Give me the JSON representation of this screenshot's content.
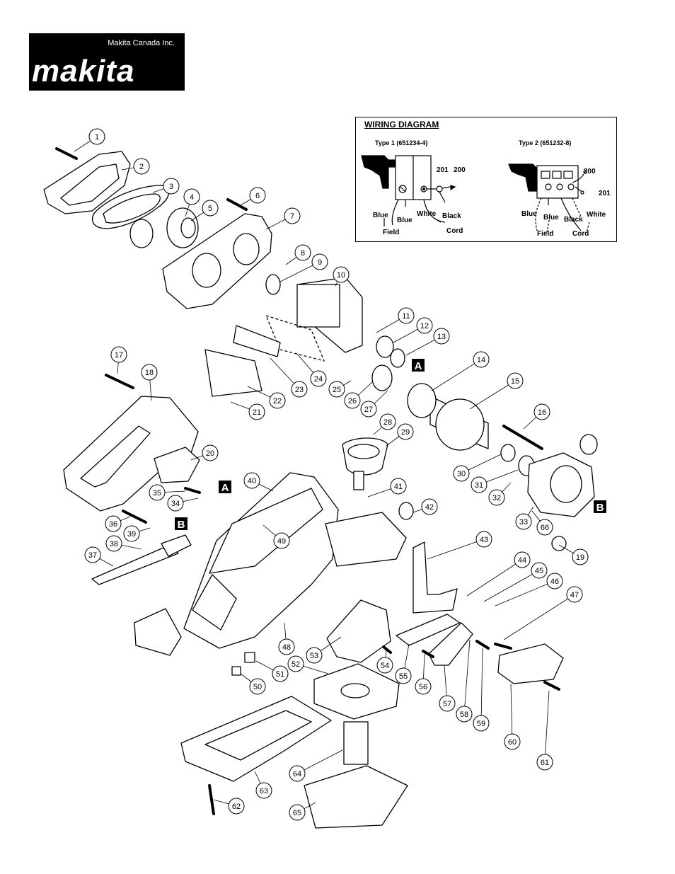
{
  "brand": {
    "company": "Makita Canada Inc.",
    "wordmark": "makita"
  },
  "wiring": {
    "title": "WIRING DIAGRAM",
    "type1": "Type 1 (651234-4)",
    "type2": "Type 2 (651232-8)",
    "t1_labels": {
      "n201": "201",
      "n200": "200",
      "white": "White",
      "blue_a": "Blue",
      "blue_b": "Blue",
      "black": "Black",
      "field": "Field",
      "cord": "Cord"
    },
    "t2_labels": {
      "n200": "200",
      "n201": "201",
      "blue_a": "Blue",
      "blue_b": "Blue",
      "black": "Black",
      "white": "White",
      "field": "Field",
      "cord": "Cord"
    }
  },
  "parts": [
    {
      "n": "1"
    },
    {
      "n": "2"
    },
    {
      "n": "3"
    },
    {
      "n": "4"
    },
    {
      "n": "5"
    },
    {
      "n": "6"
    },
    {
      "n": "7"
    },
    {
      "n": "8"
    },
    {
      "n": "9"
    },
    {
      "n": "10"
    },
    {
      "n": "11"
    },
    {
      "n": "12"
    },
    {
      "n": "13"
    },
    {
      "n": "14"
    },
    {
      "n": "15"
    },
    {
      "n": "16"
    },
    {
      "n": "17"
    },
    {
      "n": "18"
    },
    {
      "n": "19"
    },
    {
      "n": "20"
    },
    {
      "n": "21"
    },
    {
      "n": "22"
    },
    {
      "n": "23"
    },
    {
      "n": "24"
    },
    {
      "n": "25"
    },
    {
      "n": "26"
    },
    {
      "n": "27"
    },
    {
      "n": "28"
    },
    {
      "n": "29"
    },
    {
      "n": "30"
    },
    {
      "n": "31"
    },
    {
      "n": "32"
    },
    {
      "n": "33"
    },
    {
      "n": "34"
    },
    {
      "n": "35"
    },
    {
      "n": "36"
    },
    {
      "n": "37"
    },
    {
      "n": "38"
    },
    {
      "n": "39"
    },
    {
      "n": "40"
    },
    {
      "n": "41"
    },
    {
      "n": "42"
    },
    {
      "n": "43"
    },
    {
      "n": "44"
    },
    {
      "n": "45"
    },
    {
      "n": "46"
    },
    {
      "n": "47"
    },
    {
      "n": "48"
    },
    {
      "n": "49"
    },
    {
      "n": "50"
    },
    {
      "n": "51"
    },
    {
      "n": "52"
    },
    {
      "n": "53"
    },
    {
      "n": "54"
    },
    {
      "n": "55"
    },
    {
      "n": "56"
    },
    {
      "n": "57"
    },
    {
      "n": "58"
    },
    {
      "n": "59"
    },
    {
      "n": "60"
    },
    {
      "n": "61"
    },
    {
      "n": "62"
    },
    {
      "n": "63"
    },
    {
      "n": "64"
    },
    {
      "n": "65"
    },
    {
      "n": "66"
    }
  ],
  "markers": {
    "a1": "A",
    "a2": "A",
    "b1": "B",
    "b2": "B"
  }
}
